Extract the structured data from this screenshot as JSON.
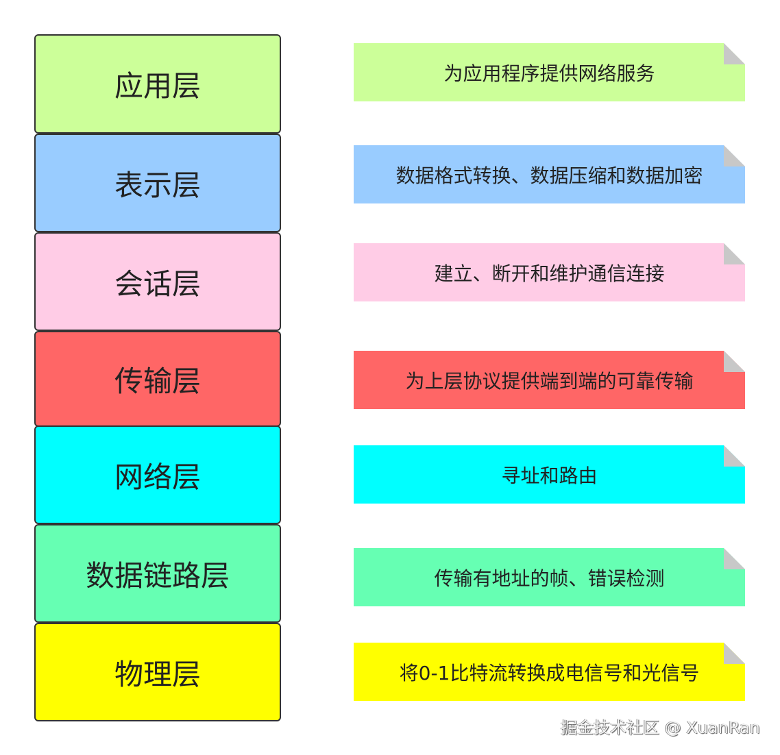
{
  "layers": [
    {
      "name": "应用层",
      "desc": "为应用程序提供网络服务",
      "color": "#CCFF99"
    },
    {
      "name": "表示层",
      "desc": "数据格式转换、数据压缩和数据加密",
      "color": "#99CCFF"
    },
    {
      "name": "会话层",
      "desc": "建立、断开和维护通信连接",
      "color": "#FFCCE6"
    },
    {
      "name": "传输层",
      "desc": "为上层协议提供端到端的可靠传输",
      "color": "#FF6666"
    },
    {
      "name": "网络层",
      "desc": "寻址和路由",
      "color": "#00FFFF"
    },
    {
      "name": "数据链路层",
      "desc": "传输有地址的帧、错误检测",
      "color": "#66FFB3"
    },
    {
      "name": "物理层",
      "desc": "将0-1比特流转换成电信号和光信号",
      "color": "#FFFF00"
    }
  ],
  "watermark": "掘金技术社区 @ XuanRan"
}
